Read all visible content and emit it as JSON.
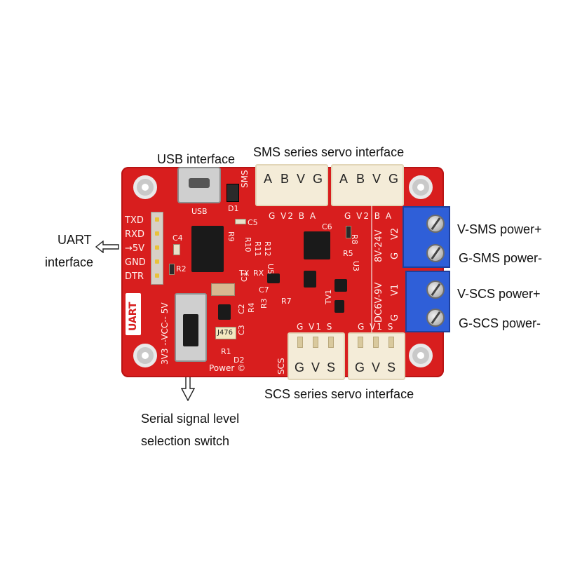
{
  "annotations": {
    "usb": "USB interface",
    "sms_servo": "SMS series servo interface",
    "uart_line1": "UART",
    "uart_line2": "interface",
    "v_sms": "V-SMS  power+",
    "g_sms": "G-SMS power-",
    "v_scs": "V-SCS power+",
    "g_scs": "G-SCS power-",
    "scs_servo": "SCS series servo interface",
    "switch_line1": "Serial signal level",
    "switch_line2": "selection switch"
  },
  "sms_connectors": [
    {
      "pins": [
        "A",
        "B",
        "V",
        "G"
      ]
    },
    {
      "pins": [
        "A",
        "B",
        "V",
        "G"
      ]
    }
  ],
  "scs_connectors": [
    {
      "pins": [
        "G",
        "V",
        "S"
      ]
    },
    {
      "pins": [
        "G",
        "V",
        "S"
      ]
    }
  ],
  "silkscreen": {
    "uart_pins": [
      "TXD",
      "RXD",
      "→5V",
      "GND",
      "DTR"
    ],
    "usb": "USB",
    "d1": "D1",
    "sms": "SMS",
    "sms_pin_row1": "G V2 B A",
    "sms_pin_row2": "G V2 B A",
    "c5": "C5",
    "c4": "C4",
    "c6": "C6",
    "r9": "R9",
    "r10": "R10",
    "r11": "R11",
    "r12": "R12",
    "r8": "R8",
    "r5": "R5",
    "r2": "R2",
    "tx": "TX",
    "rx": "RX",
    "u5": "U5",
    "c7": "C7",
    "r7": "R7",
    "c1": "C1",
    "c2": "C2",
    "c3": "C3",
    "r3": "R3",
    "r4": "R4",
    "u3": "U3",
    "tv1": "TV1",
    "voltage_sms": "8V-24V",
    "voltage_scs": "DC6V-9V",
    "v2": "V2",
    "g_top": "G",
    "v1": "V1",
    "g_bottom": "G",
    "uart": "UART",
    "switch_label": "3V3 --VCC-- 5V",
    "cap_code": "J476",
    "r1": "R1",
    "d2": "D2",
    "power": "Power ©",
    "scs": "SCS",
    "scs_pin_row1": "G V1 S",
    "scs_pin_row2": "G V1 S"
  },
  "colors": {
    "pcb": "#d81e1e",
    "terminal": "#2f5fd8",
    "connector": "#f4ecd8"
  }
}
